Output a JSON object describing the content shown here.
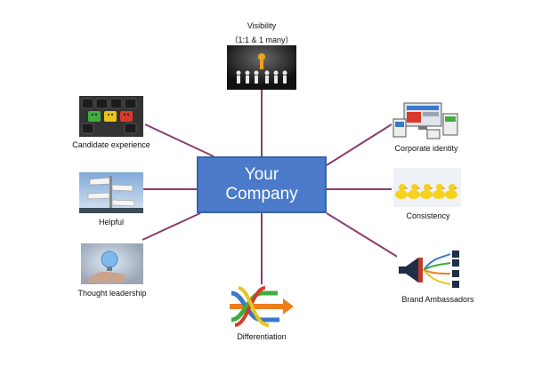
{
  "center": {
    "line1": "Your",
    "line2": "Company"
  },
  "nodes": {
    "visibility": {
      "title": "Visibility",
      "subtitle": "（1:1  &  1  many）",
      "icon": "spotlight-people-icon"
    },
    "candidate": {
      "label": "Candidate  experience",
      "icon": "keyboard-smiley-keys-icon"
    },
    "helpful": {
      "label": "Helpful",
      "icon": "signpost-icon"
    },
    "thought": {
      "label": "Thought  leadership",
      "icon": "lightbulb-hand-icon"
    },
    "differentiation": {
      "label": "Differentiation",
      "icon": "colored-arrows-icon"
    },
    "brand": {
      "label": "Brand  Ambassadors",
      "icon": "megaphone-network-icon"
    },
    "consistency": {
      "label": "Consistency",
      "icon": "rubber-ducks-icon"
    },
    "corporate": {
      "label": "Corporate  identity",
      "icon": "devices-icon"
    }
  },
  "colors": {
    "center_fill": "#4a7ac9",
    "connector": "#8b3c6e",
    "text": "#111111"
  }
}
